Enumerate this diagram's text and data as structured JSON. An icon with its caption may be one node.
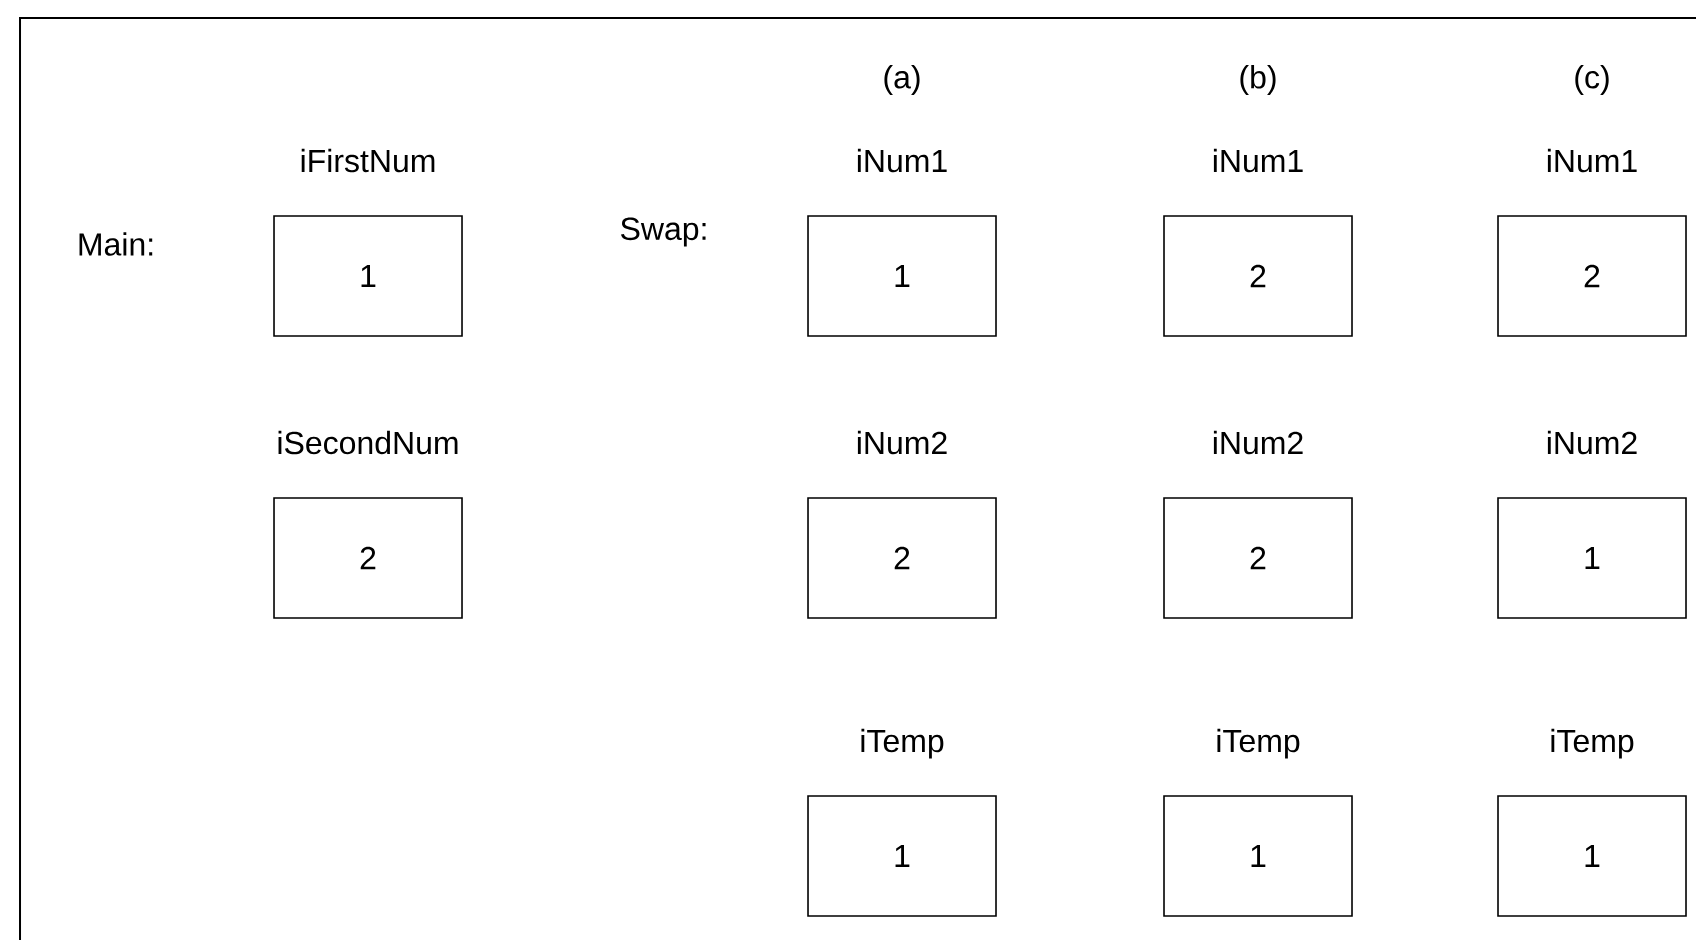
{
  "diagram": {
    "nodes": [
      {
        "text": [
          "iFirstNum",
          "1"
        ]
      },
      {
        "text": [
          "iSecondNum",
          "2"
        ]
      },
      {
        "text": [
          "iNum1",
          "1"
        ]
      },
      {
        "text": [
          "iNum2",
          "2"
        ]
      },
      {
        "text": [
          "iTemp",
          "1"
        ]
      },
      {
        "text": [
          "iNum1",
          "2"
        ]
      },
      {
        "text": [
          "iNum2",
          "2"
        ]
      },
      {
        "text": [
          "iTemp",
          "1"
        ]
      },
      {
        "text": [
          "iNum1",
          "2"
        ]
      },
      {
        "text": [
          "iNum2",
          "1"
        ]
      },
      {
        "text": [
          "iTemp",
          "1"
        ]
      }
    ],
    "labels": [
      "(a)",
      "(b)",
      "(c)",
      "Main:",
      "Swap:"
    ]
  }
}
